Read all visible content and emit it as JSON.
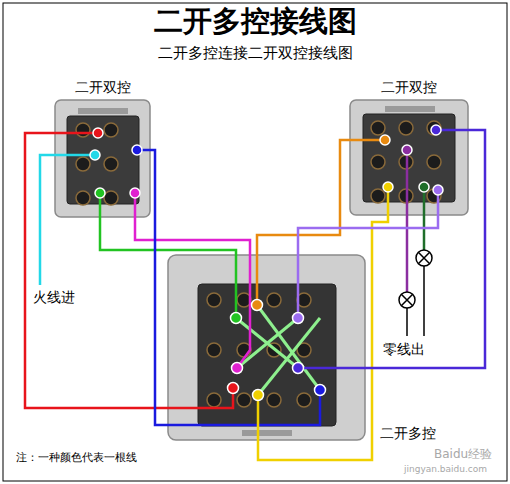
{
  "diagram": {
    "title": "二开多控接线图",
    "nodes": [
      {
        "text": [
          "二开双控"
        ]
      },
      {
        "text": [
          "二开双控"
        ]
      },
      {
        "text": [
          "二开多控"
        ]
      }
    ],
    "edges": [
      {
        "from": 0,
        "to": 2,
        "arrow": "none"
      },
      {
        "from": 0,
        "to": 2,
        "arrow": "none"
      },
      {
        "from": 0,
        "to": 2,
        "arrow": "none"
      },
      {
        "from": 0,
        "to": 2,
        "arrow": "none"
      },
      {
        "from": 1,
        "to": 2,
        "arrow": "none"
      },
      {
        "from": 1,
        "to": 2,
        "arrow": "none"
      },
      {
        "from": 1,
        "to": 2,
        "arrow": "none"
      },
      {
        "from": 1,
        "to": 2,
        "arrow": "none"
      }
    ],
    "labels": [
      "二开多控连接二开双控接线图",
      "火线进",
      "零线出",
      "注：一种颜色代表一根线",
      "Baidu经验",
      "jingyan.baidu.com"
    ]
  }
}
